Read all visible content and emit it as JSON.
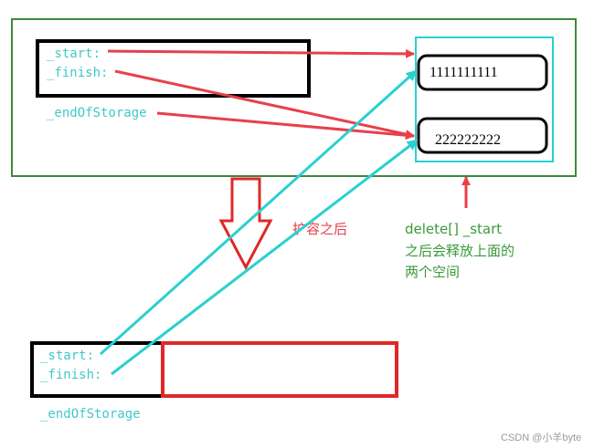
{
  "old_vector": {
    "start_label": "_start:",
    "finish_label": "_finish:",
    "end_of_storage_label": "_endOfStorage"
  },
  "heap": {
    "block1_value": "1111111111",
    "block2_value": "222222222"
  },
  "expand_label": "扩容之后",
  "delete_note": {
    "line1": "delete[] _start",
    "line2": "之后会释放上面的",
    "line3": "两个空间"
  },
  "new_vector": {
    "start_label": "_start:",
    "finish_label": "_finish:",
    "end_of_storage_label": "_endOfStorage"
  },
  "watermark": "CSDN @小羊byte",
  "colors": {
    "frame_green": "#3a8a3a",
    "box_black": "#000000",
    "label_cyan": "#40c8c8",
    "arrow_red": "#e8404a",
    "arrow_cyan": "#2ad0d0",
    "block_red": "#e02828",
    "note_green": "#3a9a3a",
    "watermark_gray": "#9a9a9a"
  }
}
